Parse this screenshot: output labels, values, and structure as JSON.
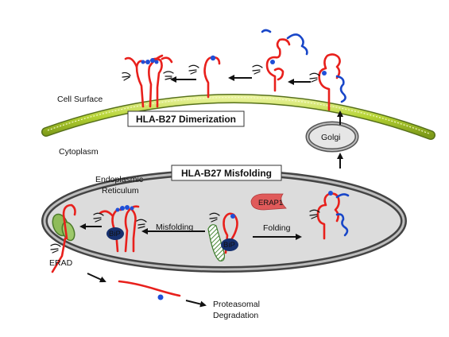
{
  "labels": {
    "cell_surface": "Cell Surface",
    "cytoplasm": "Cytoplasm",
    "er_line1": "Endoplasmic",
    "er_line2": "Reticulum",
    "golgi": "Golgi",
    "erap1": "ERAP1",
    "bip_left": "BiP",
    "bip_center": "BiP",
    "misfolding": "Misfolding",
    "folding": "Folding",
    "erad": "ERAD",
    "proteasomal_line1": "Proteasomal",
    "proteasomal_line2": "Degradation"
  },
  "boxes": {
    "dimerization": "HLA-B27 Dimerization",
    "misfolding": "HLA-B27 Misfolding"
  },
  "colors": {
    "heavy_chain": "#e8201c",
    "b2m": "#1846c8",
    "peptide_dot": "#1f4fd8",
    "bip": "#16306e",
    "erap1": "#e05a5a",
    "membrane": "#b5d334",
    "er_fill": "#dedede",
    "chaperone": "#6aa84f"
  }
}
